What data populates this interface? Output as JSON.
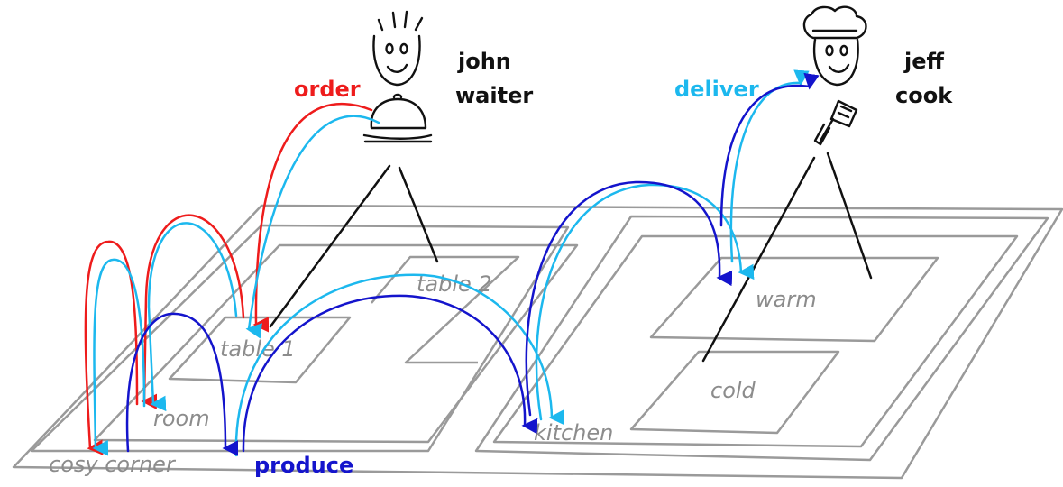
{
  "colors": {
    "order": "#ee1c1c",
    "deliver": "#1cb8ee",
    "produce": "#1414cc",
    "zone_outline": "#9a9a9a",
    "place_label": "#8c8c8c",
    "person_label": "#111111"
  },
  "people": {
    "waiter": {
      "name": "john",
      "role": "waiter"
    },
    "cook": {
      "name": "jeff",
      "role": "cook"
    }
  },
  "places": {
    "table_1": "table 1",
    "table_2": "table 2",
    "room": "room",
    "cosy_corner": "cosy corner",
    "kitchen": "kitchen",
    "warm": "warm",
    "cold": "cold"
  },
  "flows": {
    "order": "order",
    "deliver": "deliver",
    "produce": "produce"
  },
  "icons": {
    "waiter_head": "waiter-face-icon",
    "cloche": "cloche-icon",
    "cook_head": "chef-face-icon",
    "spatula": "spatula-icon"
  }
}
